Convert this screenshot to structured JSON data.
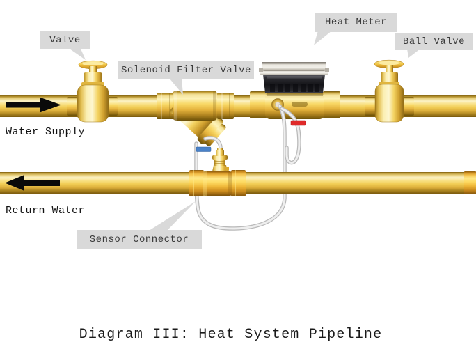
{
  "diagram": {
    "caption": "Diagram III: Heat System Pipeline",
    "callouts": {
      "valve": "Valve",
      "solenoid_filter_valve": "Solenoid Filter Valve",
      "heat_meter": "Heat Meter",
      "ball_valve": "Ball Valve",
      "sensor_connector": "Sensor Connector"
    },
    "flow_labels": {
      "water_supply": "Water Supply",
      "return_water": "Return Water"
    },
    "flow_directions": {
      "supply": "right",
      "return": "left"
    },
    "colors": {
      "pipe_gold": "#f1cd55",
      "label_background": "#d9d9d9",
      "label_text": "#3a3a3a",
      "supply_sensor_band": "#e02a2a",
      "return_sensor_band": "#4a82c8",
      "meter_housing": "#151519",
      "meter_cap": "#ebe8e1",
      "cable": "#eeeeee",
      "arrow": "#0a0a0a",
      "background": "#ffffff"
    }
  }
}
